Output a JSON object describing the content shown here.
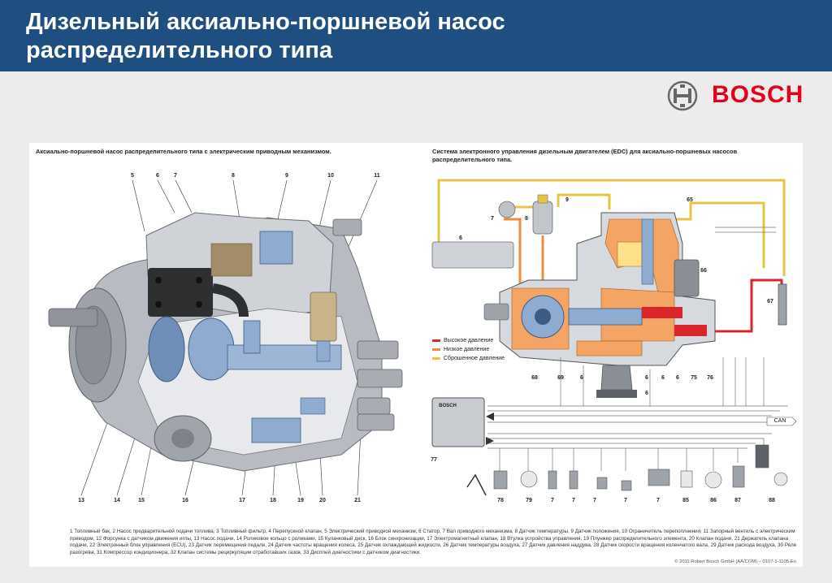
{
  "header": {
    "title_line1": "Дизельный аксиально-поршневой насос",
    "title_line2": "распределительного типа"
  },
  "brand": {
    "name": "BOSCH",
    "color": "#e2001a"
  },
  "left_diagram": {
    "caption": "Аксиально-поршневой насос распределительного типа с электрическим приводным механизмом.",
    "top_labels": [
      "5",
      "6",
      "7",
      "8",
      "9",
      "10",
      "11"
    ],
    "bottom_labels": [
      "13",
      "14",
      "15",
      "16",
      "17",
      "18",
      "19",
      "20",
      "21"
    ]
  },
  "right_diagram": {
    "caption": "Система электронного управления дизельным двигателем (EDC) для аксиально-поршневых насосов распределительного типа.",
    "labels": {
      "l9": "9",
      "l7": "7",
      "l8": "8",
      "l6": "6",
      "l65": "65",
      "l66": "66",
      "l67": "67",
      "b68": "68",
      "b69": "69",
      "b6a": "6",
      "b6b": "6",
      "b6c": "6",
      "b6d": "6",
      "b75": "75",
      "b76": "76",
      "b6e": "6",
      "l77": "77",
      "can": "CAN",
      "ecu": "BOSCH"
    },
    "sensor_labels": [
      "78",
      "79",
      "7",
      "7",
      "7",
      "7",
      "7",
      "85",
      "86",
      "87",
      "88"
    ],
    "legend": [
      {
        "label": "Высокое давление",
        "color": "#d9262a"
      },
      {
        "label": "Низкое давление",
        "color": "#f08a3c"
      },
      {
        "label": "Сброшенное давление",
        "color": "#e8c445"
      }
    ]
  },
  "footnote": "1 Топливный бак, 2 Насос предварительной подачи топлива, 3 Топливный фильтр, 4 Перепускной клапан, 5 Электрический приводной механизм, 6 Статор, 7 Вал приводного механизма, 8 Датчик температуры, 9 Датчик положения, 10 Ограничитель перепоплнения, 11 Запорный вентиль с электрическим приводом, 12 Форсунка с датчиком движения иглы, 13 Насос подачи, 14 Роликовое кольцо с роликами, 15 Кулачковый диск, 16 Блок синхронизации, 17 Электромагнитный клапан, 18 Втулка устройства управления, 19 Плунжер распределительного элемента, 20 Клапан подачи, 21 Держатель клапана подачи, 22 Электронный блок управления (ECU), 23 Датчик перемещения педали, 24 Датчик частоты вращения колеса, 25 Датчик охлаждающей жидкости, 26 Датчик температуры воздуха, 27 Датчик давления наддува, 28 Датчик скорости вращения коленчатого вала, 29 Датчик расхода воздуха, 30 Реле разогрева, 31 Компрессор кондиционера, 32 Клапан системы рециркуляции отработавших газов, 33 Дисплей диагностики с датчиком диагностики.",
  "copyright": "© 2011 Robert Bosch GmbH (AA/COM) – 0107-1-1105-En"
}
